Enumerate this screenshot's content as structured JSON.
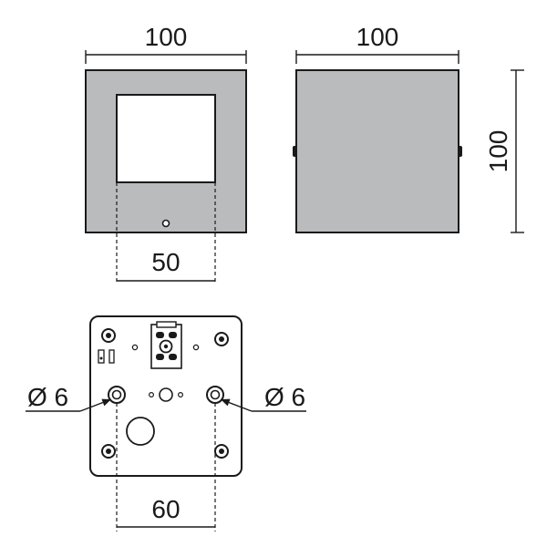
{
  "dimensions": {
    "front_width": "100",
    "side_width": "100",
    "side_height": "100",
    "window_width": "50",
    "hole_left_diameter": "Ø 6",
    "hole_right_diameter": "Ø 6",
    "hole_spacing": "60"
  },
  "colors": {
    "housing": "#b9bbbd",
    "line": "#1a1a1a",
    "window": "#ffffff"
  }
}
